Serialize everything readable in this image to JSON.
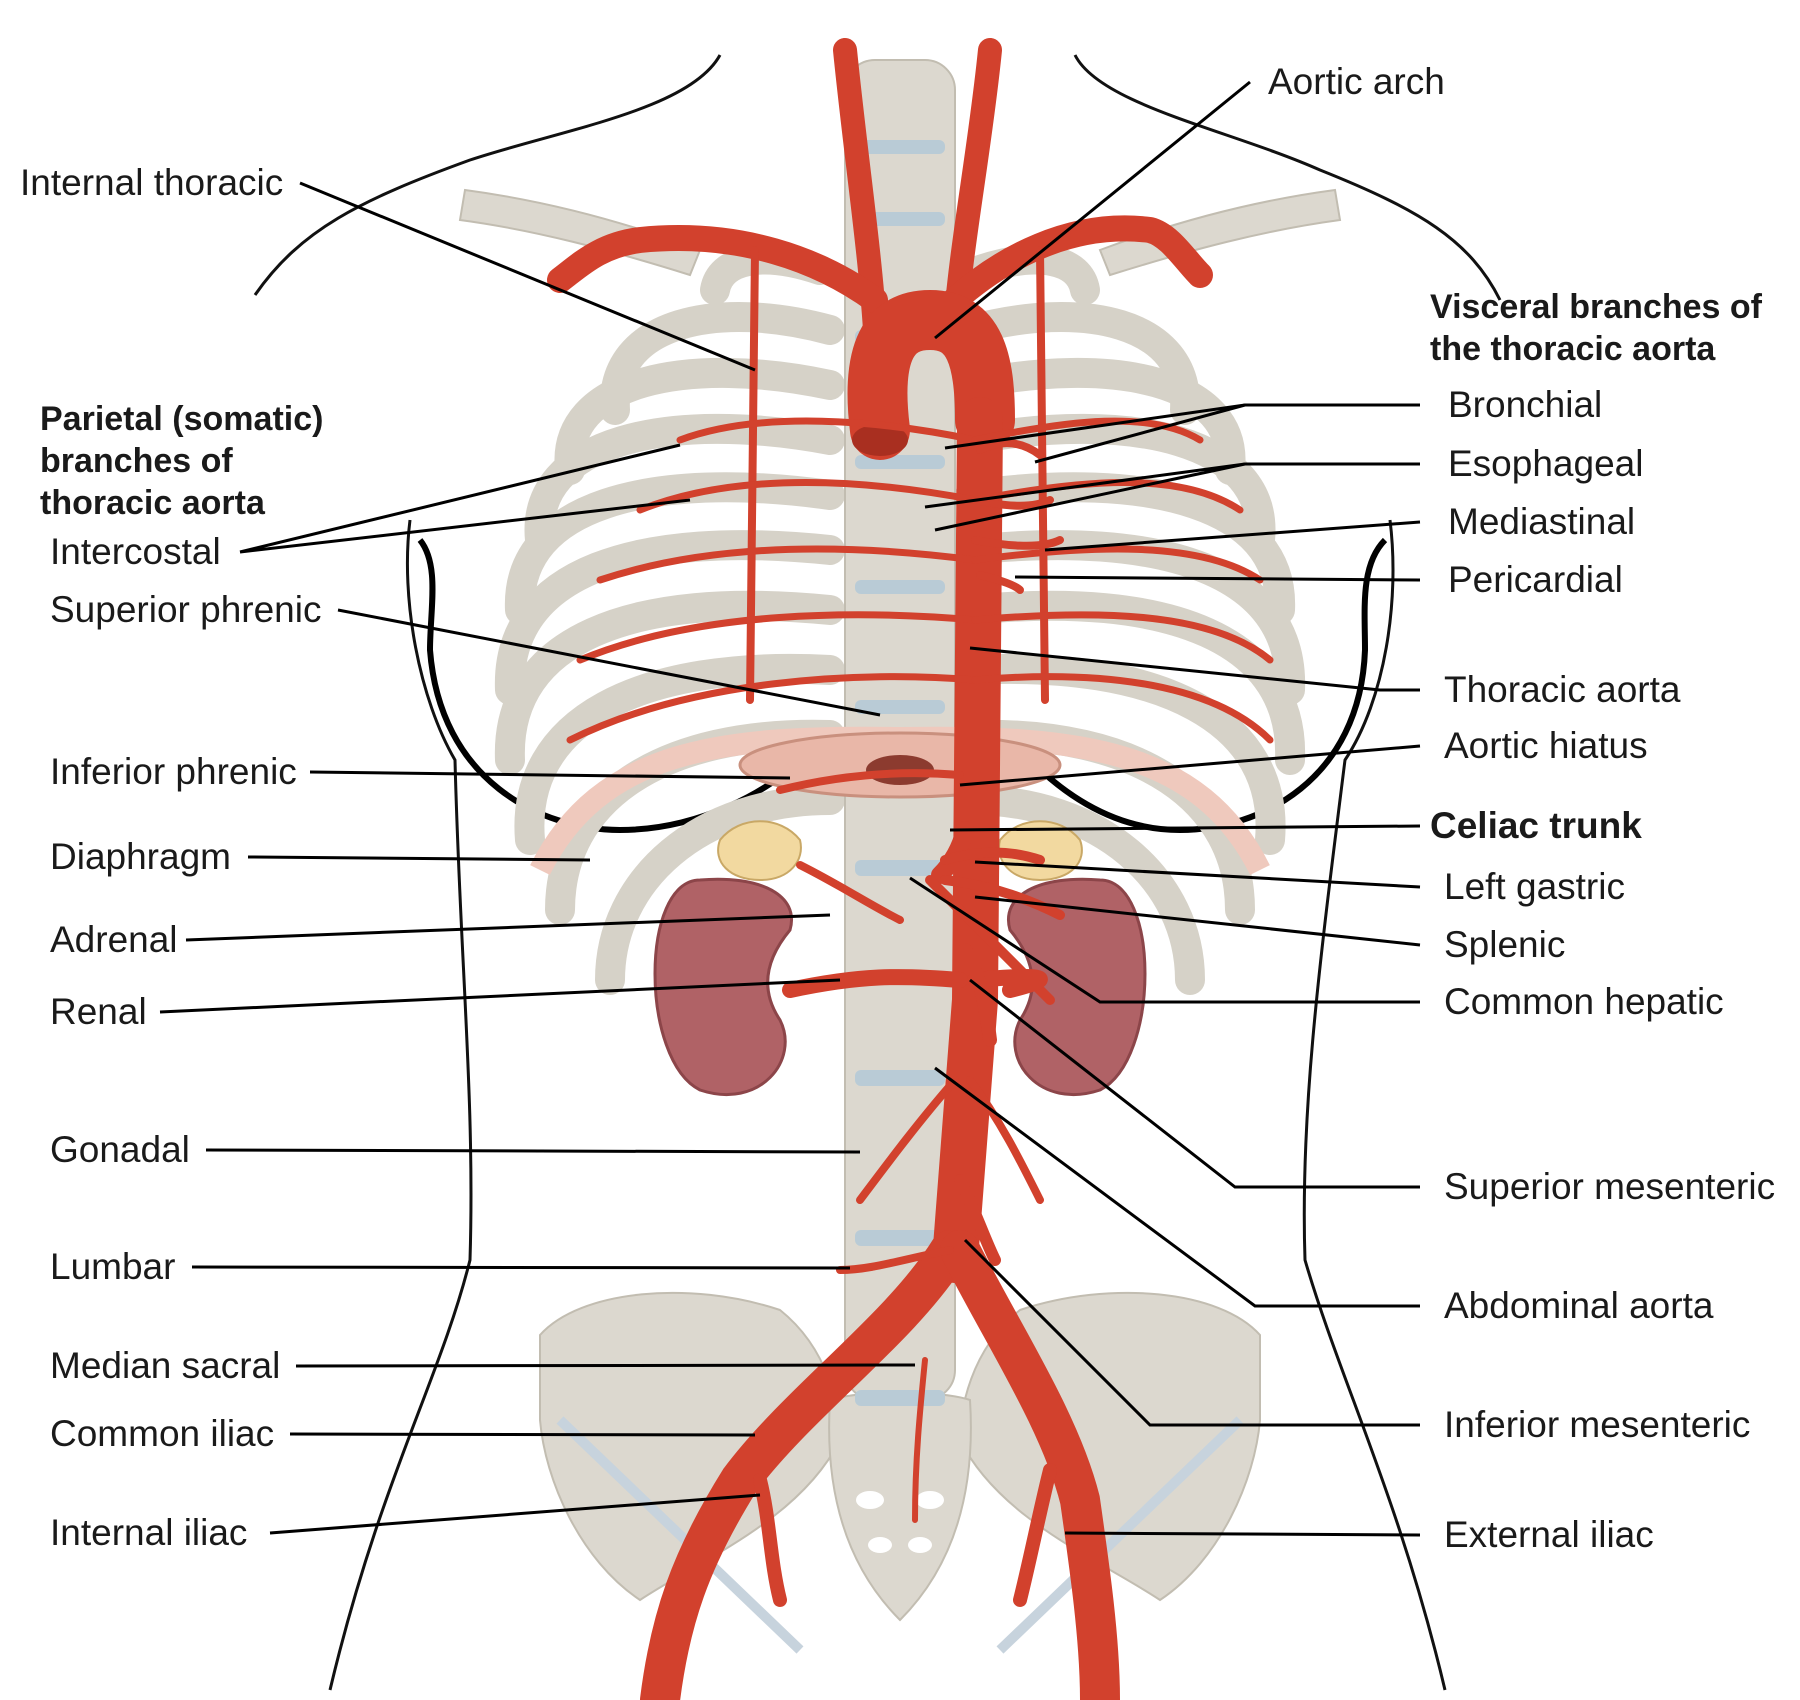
{
  "colors": {
    "artery": "#d2412d",
    "artery_shadow": "#a92f20",
    "bone": "#dcd8cf",
    "disc": "#b9cbd6",
    "kidney": "#b06266",
    "adrenal": "#f2d9a0",
    "diaphragm": "#efc9bd",
    "leader": "#000000"
  },
  "headers": {
    "parietal": [
      "Parietal (somatic)",
      "branches of",
      "thoracic aorta"
    ],
    "visceral": [
      "Visceral branches of",
      "the thoracic aorta"
    ]
  },
  "labels": {
    "internal_thoracic": "Internal thoracic",
    "intercostal": "Intercostal",
    "superior_phrenic": "Superior phrenic",
    "inferior_phrenic": "Inferior phrenic",
    "diaphragm": "Diaphragm",
    "adrenal": "Adrenal",
    "renal": "Renal",
    "gonadal": "Gonadal",
    "lumbar": "Lumbar",
    "median_sacral": "Median sacral",
    "common_iliac": "Common iliac",
    "internal_iliac": "Internal iliac",
    "aortic_arch": "Aortic arch",
    "bronchial": "Bronchial",
    "esophageal": "Esophageal",
    "mediastinal": "Mediastinal",
    "pericardial": "Pericardial",
    "thoracic_aorta": "Thoracic aorta",
    "aortic_hiatus": "Aortic hiatus",
    "celiac_trunk": "Celiac trunk",
    "left_gastric": "Left gastric",
    "splenic": "Splenic",
    "common_hepatic": "Common hepatic",
    "superior_mesenteric": "Superior mesenteric",
    "abdominal_aorta": "Abdominal aorta",
    "inferior_mesenteric": "Inferior mesenteric",
    "external_iliac": "External iliac"
  }
}
